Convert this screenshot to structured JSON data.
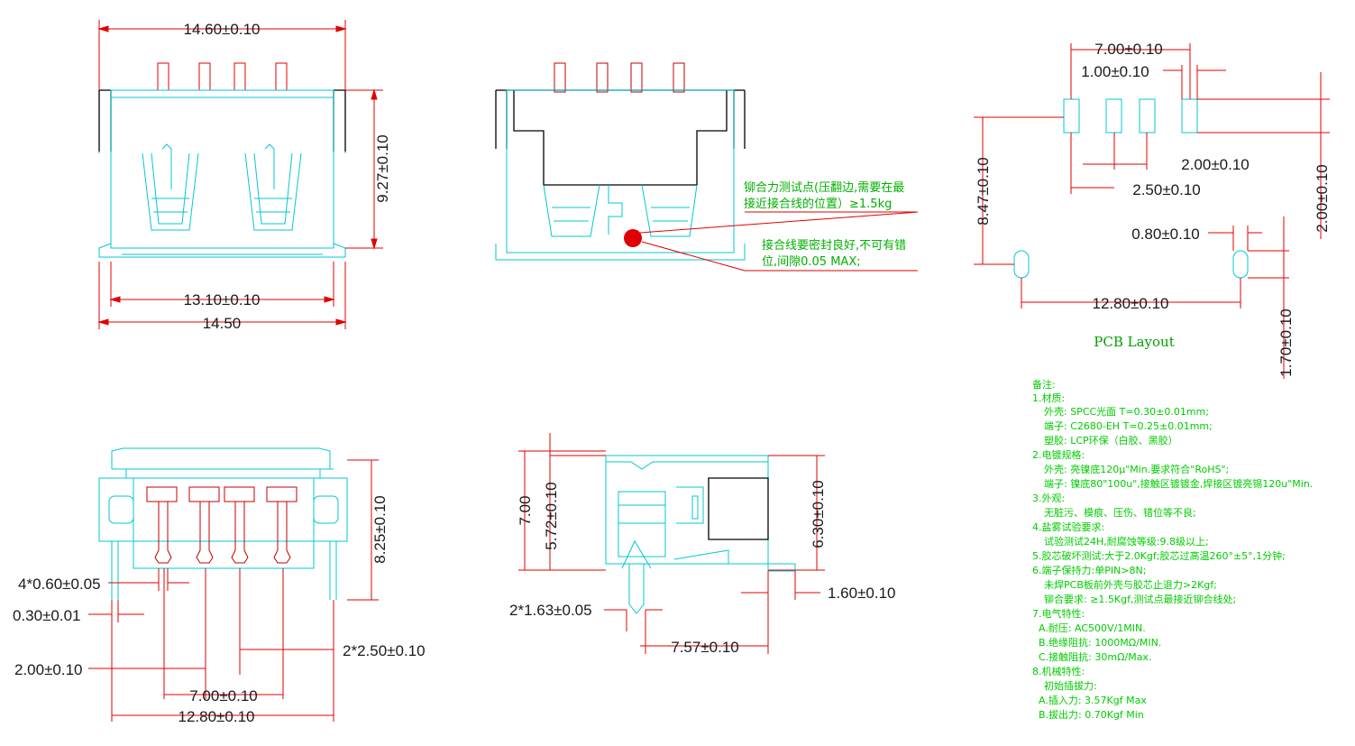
{
  "top_view": {
    "width_top": "14.60±0.10",
    "width_inner": "13.10±0.10",
    "width_bottom": "14.50",
    "height": "9.27±0.10"
  },
  "side_section": {
    "note_press": [
      "铆合力测试点(压翻边,需要在最",
      "接近接合线的位置）≥1.5kg"
    ],
    "note_joint": [
      "接合线要密封良好,不可有错",
      "位,间隙0.05 MAX;"
    ]
  },
  "pcb_layout": {
    "title": "PCB Layout",
    "pitch_total": "7.00±0.10",
    "pad_width": "1.00±0.10",
    "pitch_inner": "2.00±0.10",
    "pitch_outer": "2.50±0.10",
    "slot_width": "0.80±0.10",
    "slot_span": "12.80±0.10",
    "offset_y": "8.47±0.10",
    "pad_height": "2.00±0.10",
    "slot_height": "1.70±0.10"
  },
  "front_view": {
    "pin_width": "4*0.60±0.05",
    "pin_thk": "0.30±0.01",
    "pitch_a": "2.00±0.10",
    "pitch_b": "2*2.50±0.10",
    "pitch_c": "7.00±0.10",
    "span": "12.80±0.10",
    "height": "8.25±0.10"
  },
  "side_view": {
    "total_h": "7.00",
    "h_a": "5.72±0.10",
    "h_b": "6.30±0.10",
    "tab": "1.60±0.10",
    "leg": "2*1.63±0.05",
    "depth": "7.57±0.10"
  },
  "notes": {
    "header": "备注:",
    "lines": [
      "1.材质:",
      "外壳: SPCC光面  T=0.30±0.01mm;",
      "端子: C2680-EH  T=0.25±0.01mm;",
      "塑胶: LCP环保（白胶、黑胶）",
      "2.电镀规格:",
      "外壳: 亮镍底120μ\"Min.要求符合\"RoHS\";",
      "端子: 镍底80\"100u\",接触区镀镀金,焊接区镀亮锡120u\"Min.",
      "3.外观:",
      "无脏污、模痕、压伤、错位等不良;",
      "4.盐雾试验要求:",
      "试验测试24H,耐腐蚀等级:9.8级以上;",
      "5.胶芯破坏测试:大于2.0Kgf;胶芯过高温260°±5°,1分钟;",
      "6.端子保持力:单PIN>8N;",
      "未焊PCB板前外壳与胶芯止退力>2Kgf;",
      "铆合要求: ≥1.5Kgf,测试点最接近铆合线处;",
      "7.电气特性:",
      "A.耐压: AC500V/1MIN.",
      "B.绝缘阻抗: 1000MΩ/MIN.",
      "C.接触阻抗: 30mΩ/Max.",
      "8.机械特性:",
      "初始插拔力:",
      "A.插入力: 3.57Kgf  Max",
      "B.拔出力: 0.70Kgf  Min"
    ]
  },
  "colors": {
    "outline": "#00c8d0",
    "dimension": "#e00000",
    "section": "#000000",
    "note": "#00b000"
  }
}
